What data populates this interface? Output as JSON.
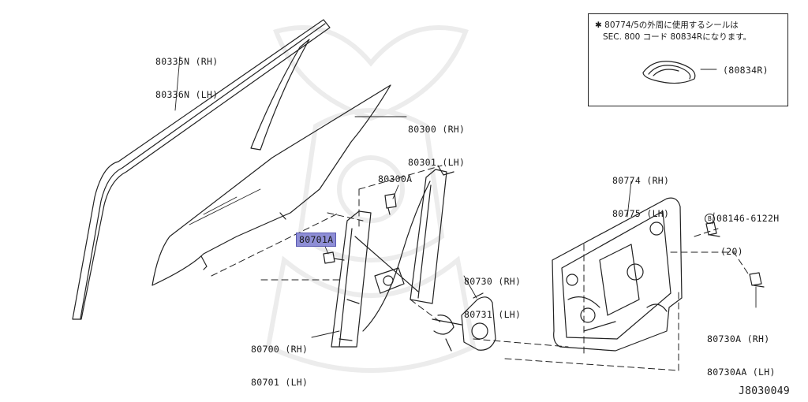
{
  "labels": {
    "glass_run_rh": "80335N (RH)",
    "glass_run_lh": "80336N (LH)",
    "door_glass_rh": "80300 (RH)",
    "door_glass_lh": "80301 (LH)",
    "glass_bolt": "80300A",
    "regulator_bolt": "80701A",
    "regulator_rh": "80700 (RH)",
    "regulator_lh": "80701 (LH)",
    "motor_rh": "80730 (RH)",
    "motor_lh": "80731 (LH)",
    "panel_rh": "80774 (RH)",
    "panel_lh": "80775 (LH)",
    "bolt_circle": "B",
    "bolt_part": "08146-6122H",
    "bolt_qty": "(20)",
    "screw_rh": "80730A (RH)",
    "screw_lh": "80730AA (LH)"
  },
  "note": {
    "mark": "✱",
    "line1": "80774/5の外周に使用するシールは",
    "line2": "SEC. 800 コード 80834Rになります。",
    "seal_part": "(80834R)"
  },
  "diagram_code": "J8030049",
  "colors": {
    "line": "#222222",
    "highlight": "#8e8ed6",
    "watermark": "#ececec"
  }
}
